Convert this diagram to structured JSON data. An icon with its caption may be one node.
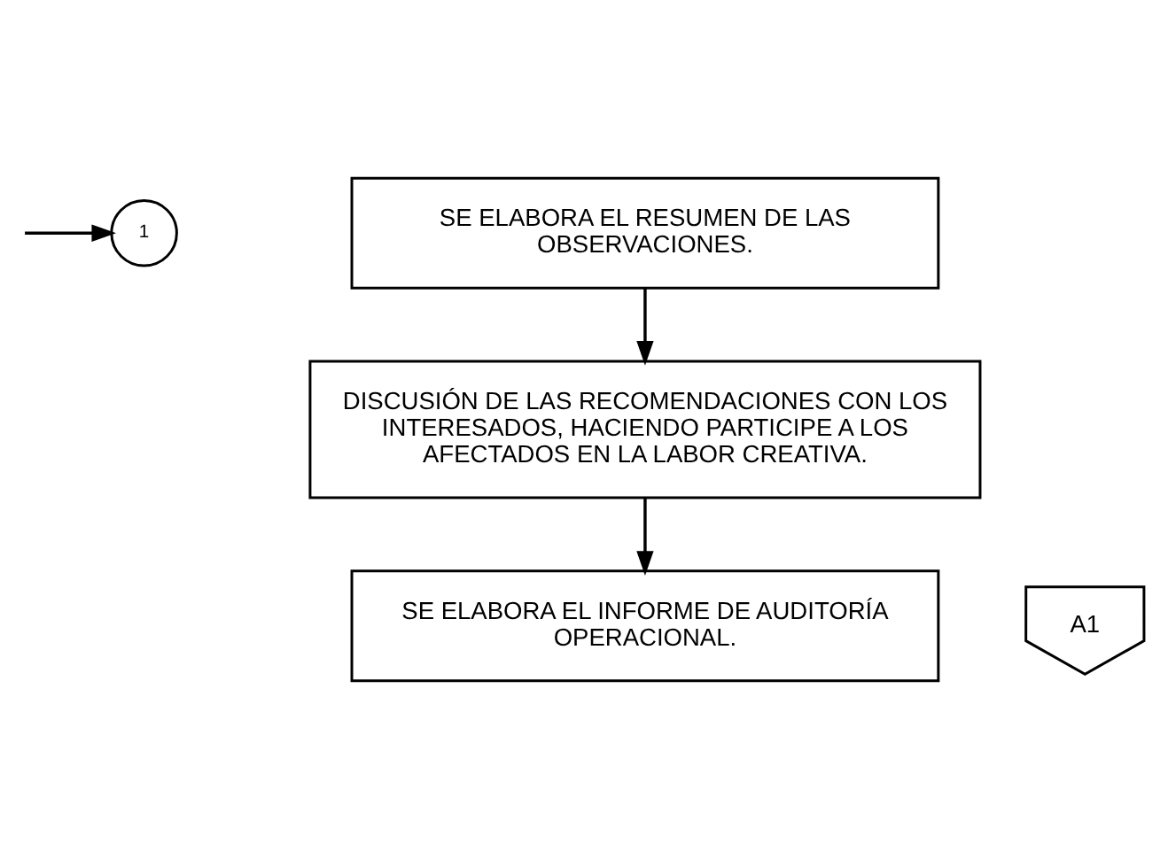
{
  "diagram": {
    "nodes": [
      {
        "text": [
          "1"
        ]
      },
      {
        "text": [
          "SE ELABORA EL RESUMEN DE LAS OBSERVACIONES."
        ]
      },
      {
        "text": [
          "DISCUSIÓN DE LAS RECOMENDACIONES CON LOS INTERESADOS, HACIENDO PARTICIPE A LOS AFECTADOS EN LA LABOR CREATIVA."
        ]
      },
      {
        "text": [
          "SE ELABORA EL INFORME DE AUDITORÍA OPERACIONAL."
        ]
      },
      {
        "text": [
          "A1"
        ]
      }
    ],
    "edges": [
      {
        "from": null,
        "to": 0,
        "arrow": "to"
      },
      {
        "from": 1,
        "to": 2,
        "arrow": "to"
      },
      {
        "from": 2,
        "to": 3,
        "arrow": "to"
      }
    ]
  }
}
